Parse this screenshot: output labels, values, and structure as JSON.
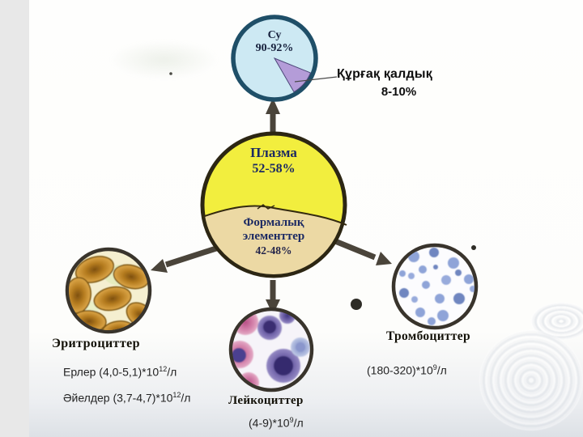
{
  "pie_top": {
    "segment_label": "Су",
    "segment_value": "90-92%",
    "callout_label": "Құрғақ қалдық",
    "callout_value": "8-10%"
  },
  "center_circle": {
    "top_label": "Плазма",
    "top_value": "52-58%",
    "bottom_label_line1": "Формалық",
    "bottom_label_line2": "элементтер",
    "bottom_value": "42-48%"
  },
  "erythrocytes": {
    "label": "Эритроциттер",
    "men_prefix": "Ерлер (4,0-5,1)*10",
    "men_sup": "12",
    "men_suffix": "/л",
    "women_prefix": "Әйелдер (3,7-4,7)*10",
    "women_sup": "12",
    "women_suffix": "/л"
  },
  "leukocytes": {
    "label": "Лейкоциттер",
    "value_prefix": "(4-9)*10",
    "value_sup": "9",
    "value_suffix": "/л"
  },
  "thrombocytes": {
    "label": "Тромбоциттер",
    "value_prefix": "(180-320)*10",
    "value_sup": "9",
    "value_suffix": "/л"
  },
  "colors": {
    "water_fill": "#cde9f3",
    "water_ring": "#1f4f68",
    "dry_slice": "#b49cd8",
    "plasma_yellow": "#f2ee3e",
    "formed_tan": "#ecd9a4",
    "navy_text": "#1c2a63",
    "arrow": "#4a443a",
    "circle_outline": "#39342c"
  },
  "chart_data": [
    {
      "type": "pie",
      "title": "Плазма",
      "labels": [
        "Су",
        "Құрғақ қалдық"
      ],
      "values": [
        91,
        9
      ],
      "value_labels": [
        "90-92%",
        "8-10%"
      ],
      "colors": [
        "#cde9f3",
        "#b49cd8"
      ]
    },
    {
      "type": "pie",
      "title": "Қан құрамы",
      "labels": [
        "Плазма",
        "Формалық элементтер"
      ],
      "values": [
        55,
        45
      ],
      "value_labels": [
        "52-58%",
        "42-48%"
      ],
      "colors": [
        "#f2ee3e",
        "#ecd9a4"
      ]
    }
  ]
}
